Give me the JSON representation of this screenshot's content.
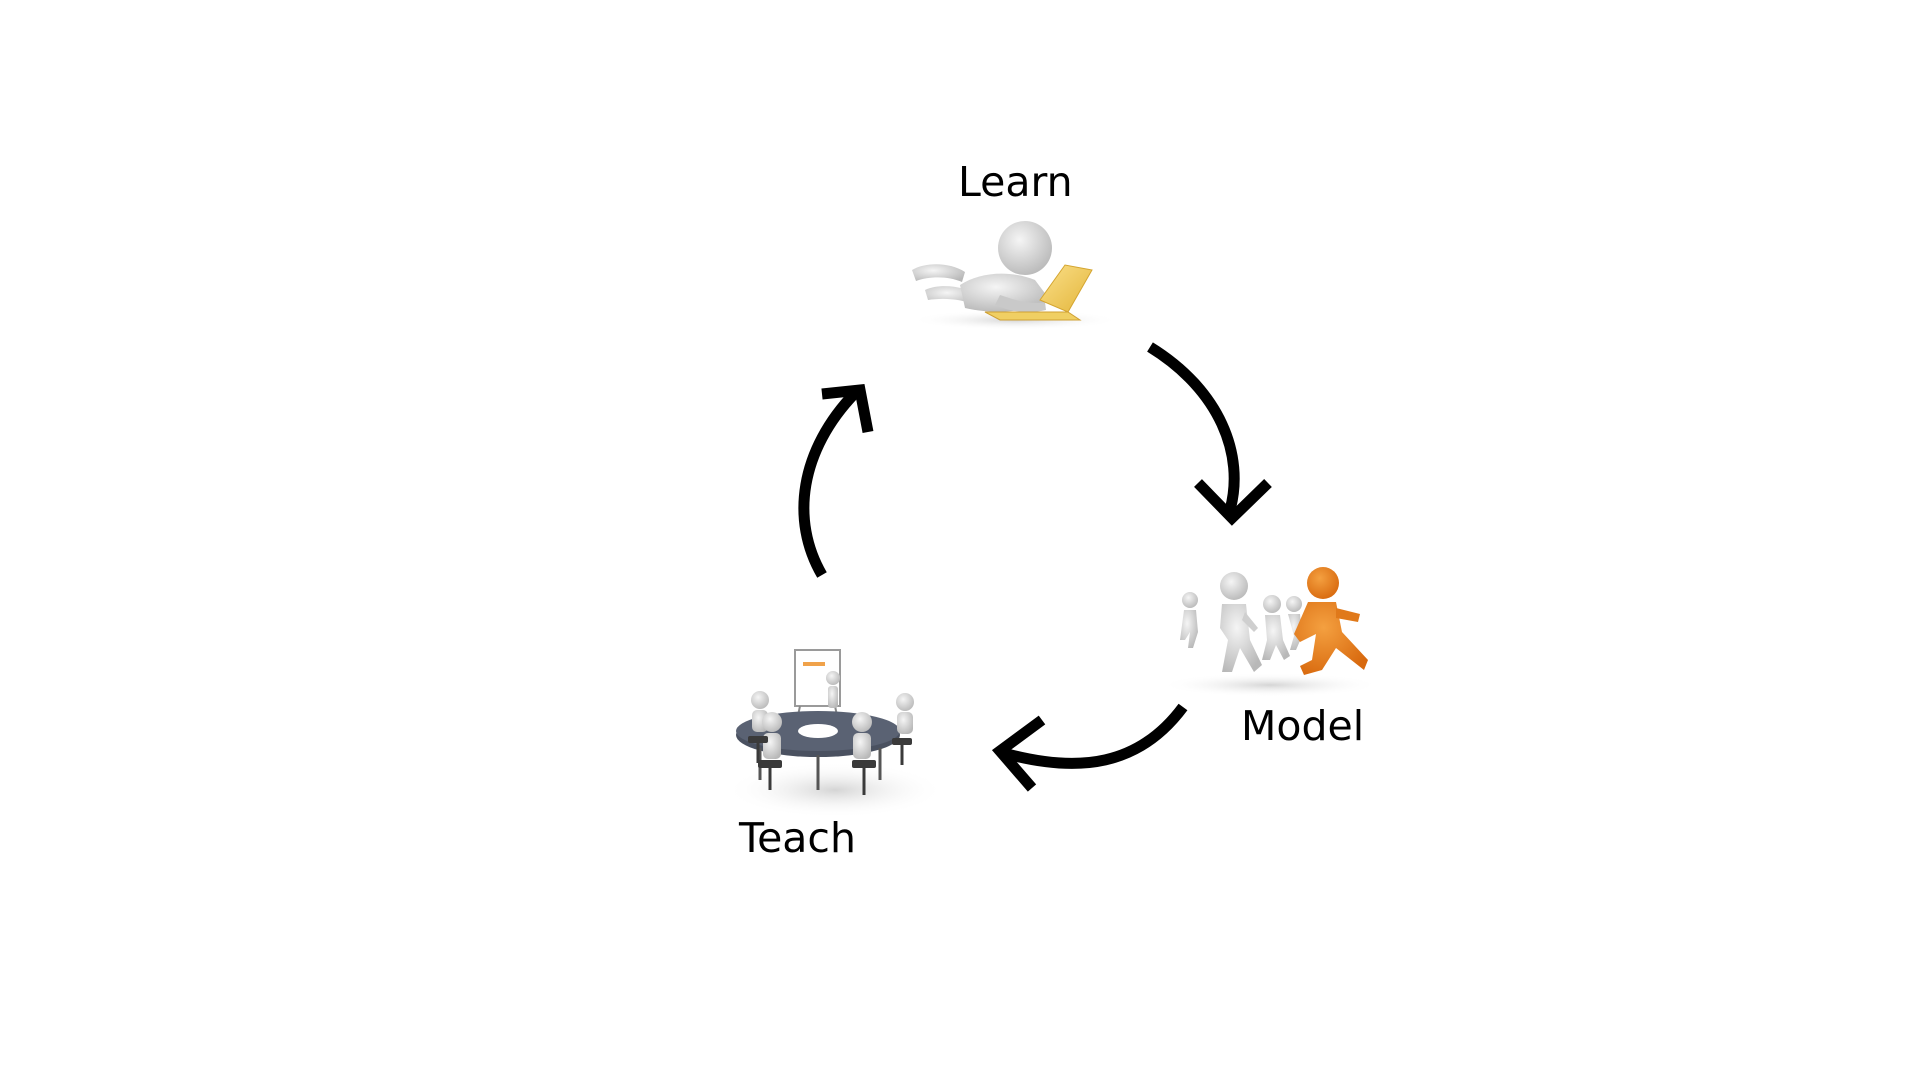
{
  "diagram": {
    "type": "cycle",
    "stages": [
      {
        "label": "Learn",
        "illustration": "person-with-laptop-icon"
      },
      {
        "label": "Model",
        "illustration": "running-figures-icon"
      },
      {
        "label": "Teach",
        "illustration": "meeting-table-icon"
      }
    ],
    "flow": [
      "Learn",
      "Model",
      "Teach",
      "Learn"
    ],
    "colors": {
      "figure": "#dcdcdc",
      "figure_shadow": "#b5b5b5",
      "laptop": "#f2c94c",
      "leader": "#e87e1c",
      "table": "#4a5160",
      "arrow": "#000000",
      "text": "#000000"
    }
  }
}
